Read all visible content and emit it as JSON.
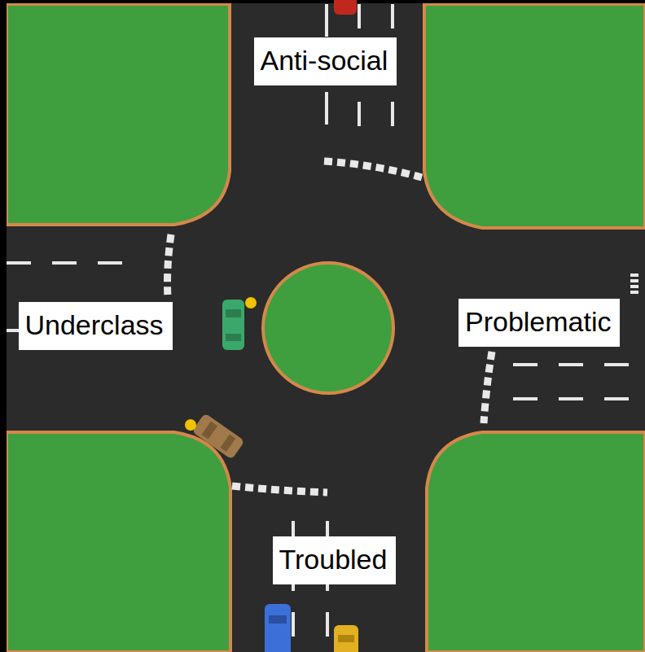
{
  "diagram": {
    "nodes": [
      {
        "text": [
          "Anti-social"
        ]
      },
      {
        "text": [
          "Underclass"
        ]
      },
      {
        "text": [
          "Problematic"
        ]
      },
      {
        "text": [
          "Troubled"
        ]
      }
    ]
  }
}
